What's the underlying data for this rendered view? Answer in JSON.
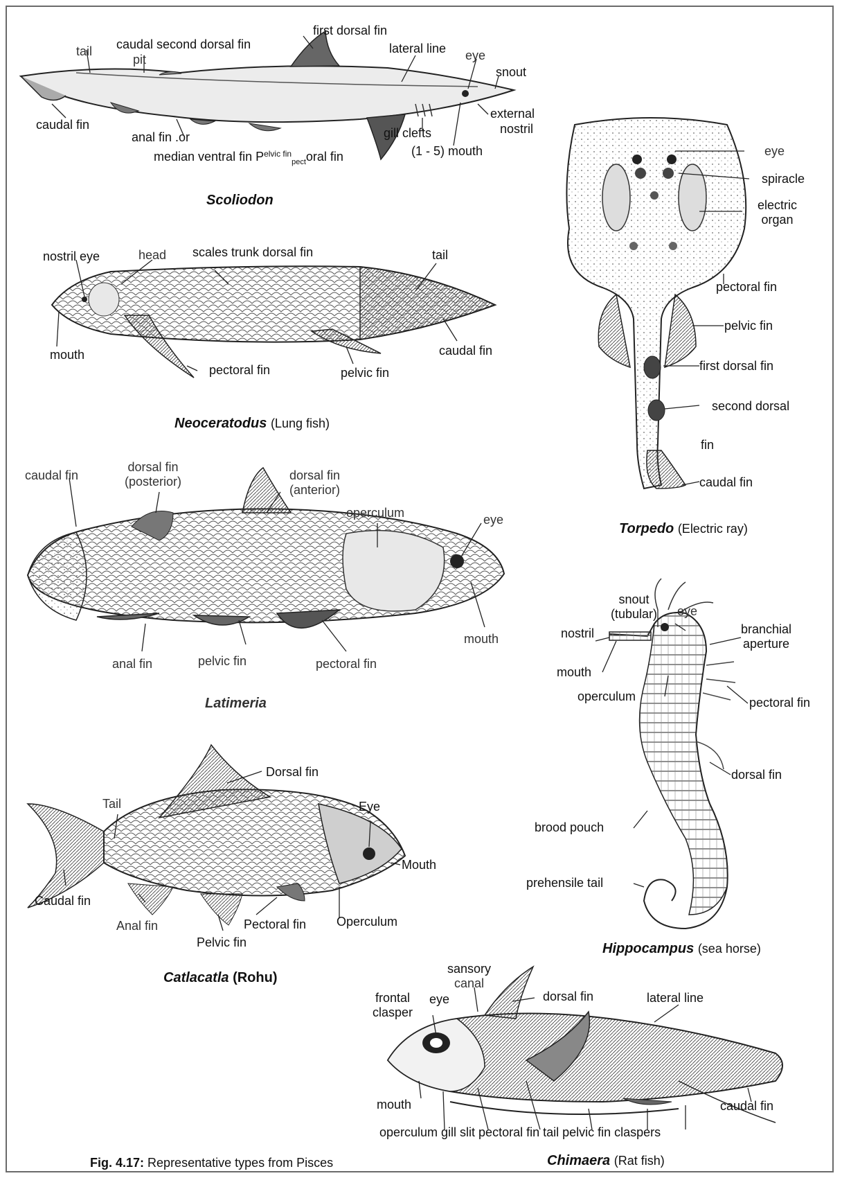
{
  "figure": {
    "caption_label": "Fig. 4.17:",
    "caption_text": "Representative types from Pisces"
  },
  "scoliodon": {
    "title": "Scoliodon",
    "labels": {
      "tail": "tail",
      "caudal_second_dorsal": "caudal second dorsal fin",
      "pit": "pit",
      "first_dorsal": "first dorsal fin",
      "lateral_line": "lateral line",
      "eye": "eye",
      "snout": "snout",
      "external_nostril_1": "external",
      "external_nostril_2": "nostril",
      "caudal_fin": "caudal fin",
      "anal_fin": "anal fin .or",
      "median_ventral_a": "median ventral fin P",
      "median_ventral_sup": "elvic fin",
      "median_ventral_sub": "pect",
      "median_ventral_b": "oral fin",
      "gill_clefts": "gill clefts",
      "gill_mouth": "(1 - 5) mouth"
    }
  },
  "neoceratodus": {
    "title": "Neoceratodus",
    "title_suffix": "(Lung fish)",
    "labels": {
      "nostril_eye": "nostril eye",
      "head": "head",
      "scales_trunk": "scales trunk dorsal fin",
      "tail": "tail",
      "mouth": "mouth",
      "pectoral": "pectoral fin",
      "pelvic": "pelvic fin",
      "caudal": "caudal fin"
    }
  },
  "latimeria": {
    "title": "Latimeria",
    "labels": {
      "caudal": "caudal fin",
      "dorsal_post_1": "dorsal fin",
      "dorsal_post_2": "(posterior)",
      "dorsal_ant_1": "dorsal fin",
      "dorsal_ant_2": "(anterior)",
      "operculum": "operculum",
      "eye": "eye",
      "mouth": "mouth",
      "anal": "anal fin",
      "pelvic": "pelvic fin",
      "pectoral": "pectoral fin"
    }
  },
  "catla": {
    "title": "Catlacatla",
    "title_suffix": "(Rohu)",
    "labels": {
      "dorsal": "Dorsal fin",
      "tail": "Tail",
      "eye": "Eye",
      "mouth": "Mouth",
      "caudal": "Caudal fin",
      "anal": "Anal fin",
      "pectoral": "Pectoral fin",
      "operculum": "Operculum",
      "pelvic": "Pelvic fin"
    }
  },
  "torpedo": {
    "title": "Torpedo",
    "title_suffix": "(Electric ray)",
    "labels": {
      "eye": "eye",
      "spiracle": "spiracle",
      "electric_1": "electric",
      "electric_2": "organ",
      "pectoral": "pectoral fin",
      "pelvic": "pelvic fin",
      "first_dorsal": "first dorsal fin",
      "second_dorsal": "second dorsal",
      "fin": "fin",
      "caudal": "caudal fin"
    }
  },
  "hippocampus": {
    "title": "Hippocampus",
    "title_suffix": "(sea horse)",
    "labels": {
      "snout_1": "snout",
      "snout_2": "(tubular)",
      "eye": "eye",
      "branchial_1": "branchial",
      "branchial_2": "aperture",
      "nostril": "nostril",
      "mouth": "mouth",
      "operculum": "operculum",
      "pectoral": "pectoral fin",
      "dorsal": "dorsal fin",
      "brood": "brood pouch",
      "tail": "prehensile tail"
    }
  },
  "chimaera": {
    "title": "Chimaera",
    "title_suffix": "(Rat fish)",
    "labels": {
      "sansory": "sansory",
      "canal": "canal",
      "frontal_1": "frontal",
      "frontal_2": "clasper",
      "eye": "eye",
      "dorsal": "dorsal fin",
      "lateral": "lateral line",
      "mouth": "mouth",
      "caudal": "caudal fin",
      "bottom_row": "operculum gill slit pectoral fin tail pelvic fin claspers"
    }
  }
}
